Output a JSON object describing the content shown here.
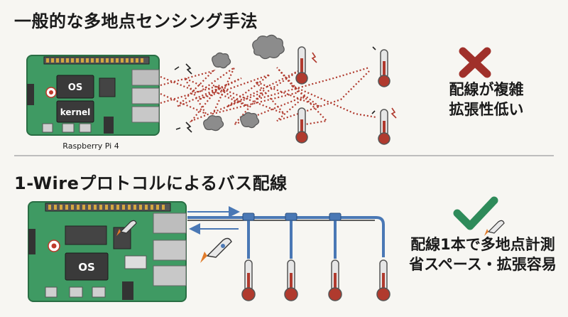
{
  "section_general": {
    "heading": "一般的な多地点センシング手法",
    "board_chip_1": "OS",
    "board_chip_2": "kernel",
    "board_caption": "Raspberry Pi 4",
    "verdict_icon": "cross-icon",
    "verdict_color": "#a0302a",
    "note_line1": "配線が複雑",
    "note_line2": "拡張性低い"
  },
  "section_onewire": {
    "heading": "1-Wireプロトコルによるバス配線",
    "board_chip": "OS",
    "verdict_icon": "check-icon",
    "verdict_color": "#2e8b5a",
    "bus_color": "#4a78b5",
    "note_line1": "配線1本で多地点計測",
    "note_line2": "省スペース・拡張容易"
  },
  "colors": {
    "board_green": "#3f9a63",
    "wire_red": "#b03a2e",
    "thermometer_red": "#b03a2e"
  }
}
